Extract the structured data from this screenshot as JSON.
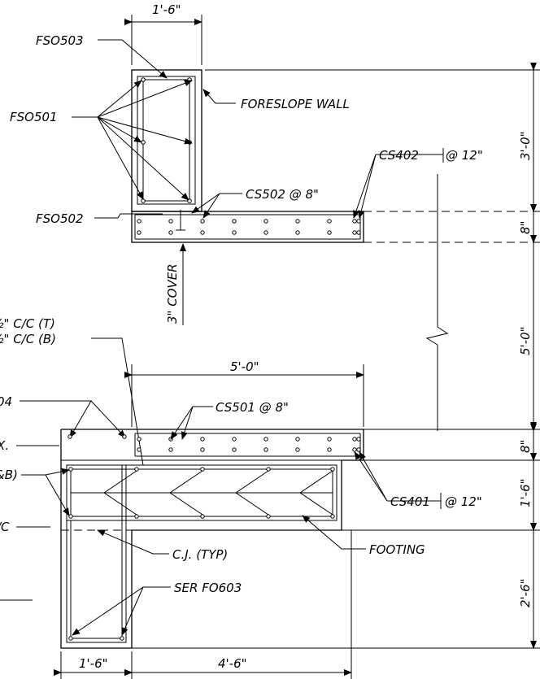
{
  "drawing": {
    "dimensions": {
      "top_width": "1'-6\"",
      "wall_height": "3'-0\"",
      "slab_thickness_top": "8\"",
      "stem_height": "5'-0\"",
      "ledge_length": "5'-0\"",
      "slab_thickness_bottom": "8\"",
      "footing_thickness": "1'-6\"",
      "key_depth": "2'-6\"",
      "key_width": "1'-6\"",
      "toe_length": "4'-6\""
    },
    "labels": {
      "fso503": "FSO503",
      "fso501": "FSO501",
      "foreslope_wall": "FORESLOPE WALL",
      "cs402": "CS402",
      "cs402_spacing": "@ 12\"",
      "cs502": "CS502 @ 8\"",
      "fso502": "FSO502",
      "cover": "3\" COVER",
      "cc_top": "½\" C/C (T)",
      "cc_bottom": "½\" C/C (B)",
      "cs501": "CS501 @ 8\"",
      "left_cut_04": "04",
      "left_cut_x": "X.",
      "left_cut_b": "&B)",
      "left_cut_c": "/C",
      "cs401": "CS401",
      "cs401_spacing": "@ 12\"",
      "footing": "FOOTING",
      "cj": "C.J. (TYP)",
      "ser": "SER FO603"
    }
  }
}
